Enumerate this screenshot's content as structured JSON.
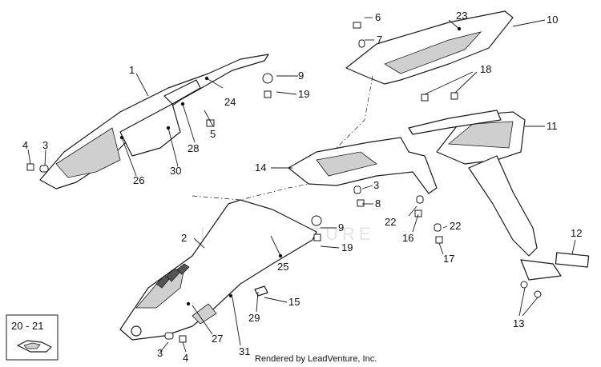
{
  "diagram": {
    "callouts": [
      "1",
      "2",
      "3",
      "3",
      "3",
      "4",
      "4",
      "5",
      "6",
      "7",
      "8",
      "9",
      "9",
      "10",
      "11",
      "12",
      "13",
      "14",
      "15",
      "16",
      "17",
      "18",
      "19",
      "19",
      "22",
      "22",
      "23",
      "24",
      "25",
      "26",
      "27",
      "28",
      "29",
      "30",
      "31"
    ],
    "inset_label": "20 - 21",
    "watermark": "LEADVENTURE",
    "credit": "Rendered by LeadVenture, Inc."
  }
}
